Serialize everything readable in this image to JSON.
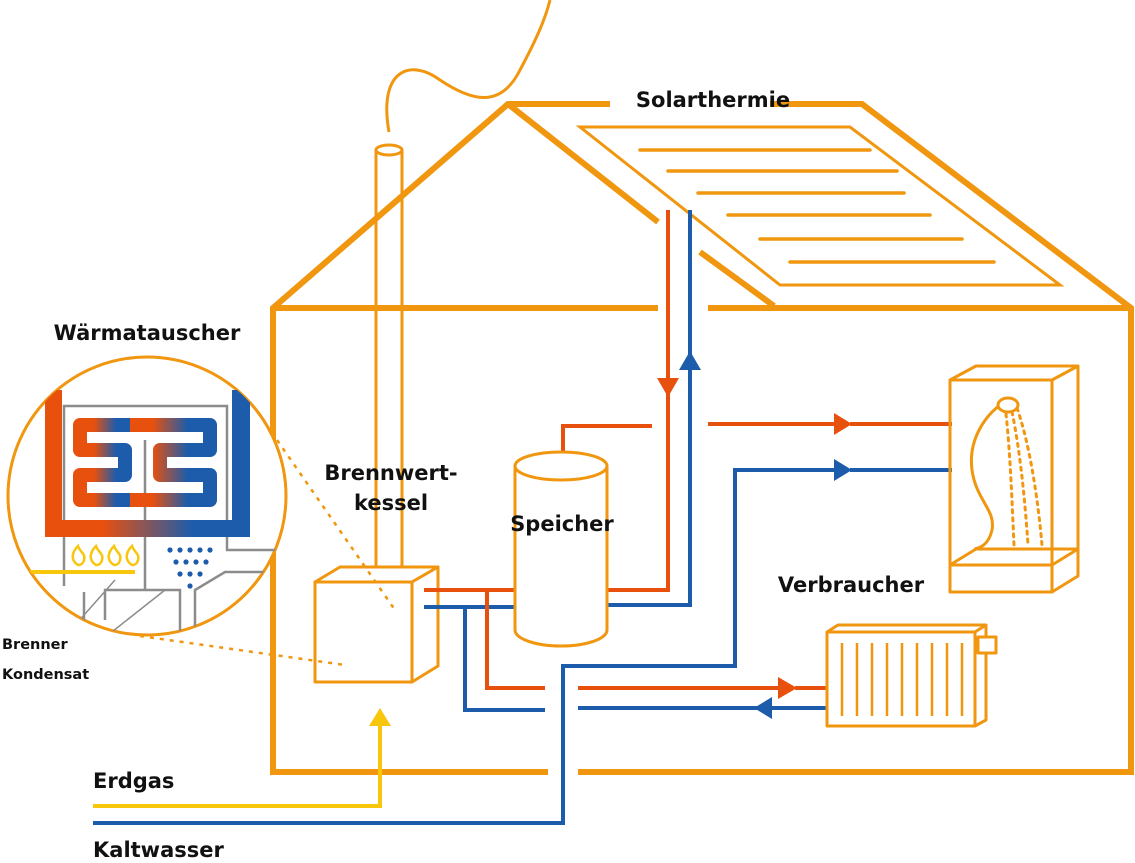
{
  "labels": {
    "solarthermie": "Solarthermie",
    "waermetauscher": "Wärmatauscher",
    "brennwertkessel_line1": "Brennwert-",
    "brennwertkessel_line2": "kessel",
    "speicher": "Speicher",
    "verbraucher": "Verbraucher",
    "erdgas": "Erdgas",
    "kaltwasser": "Kaltwasser",
    "brenner": "Brenner",
    "kondensat": "Kondensat"
  },
  "colors": {
    "house": "#f0960f",
    "hot": "#e8500e",
    "cold": "#1d5cab",
    "gas": "#f7c60d",
    "gray": "#8c8c8c",
    "text": "#111111"
  }
}
